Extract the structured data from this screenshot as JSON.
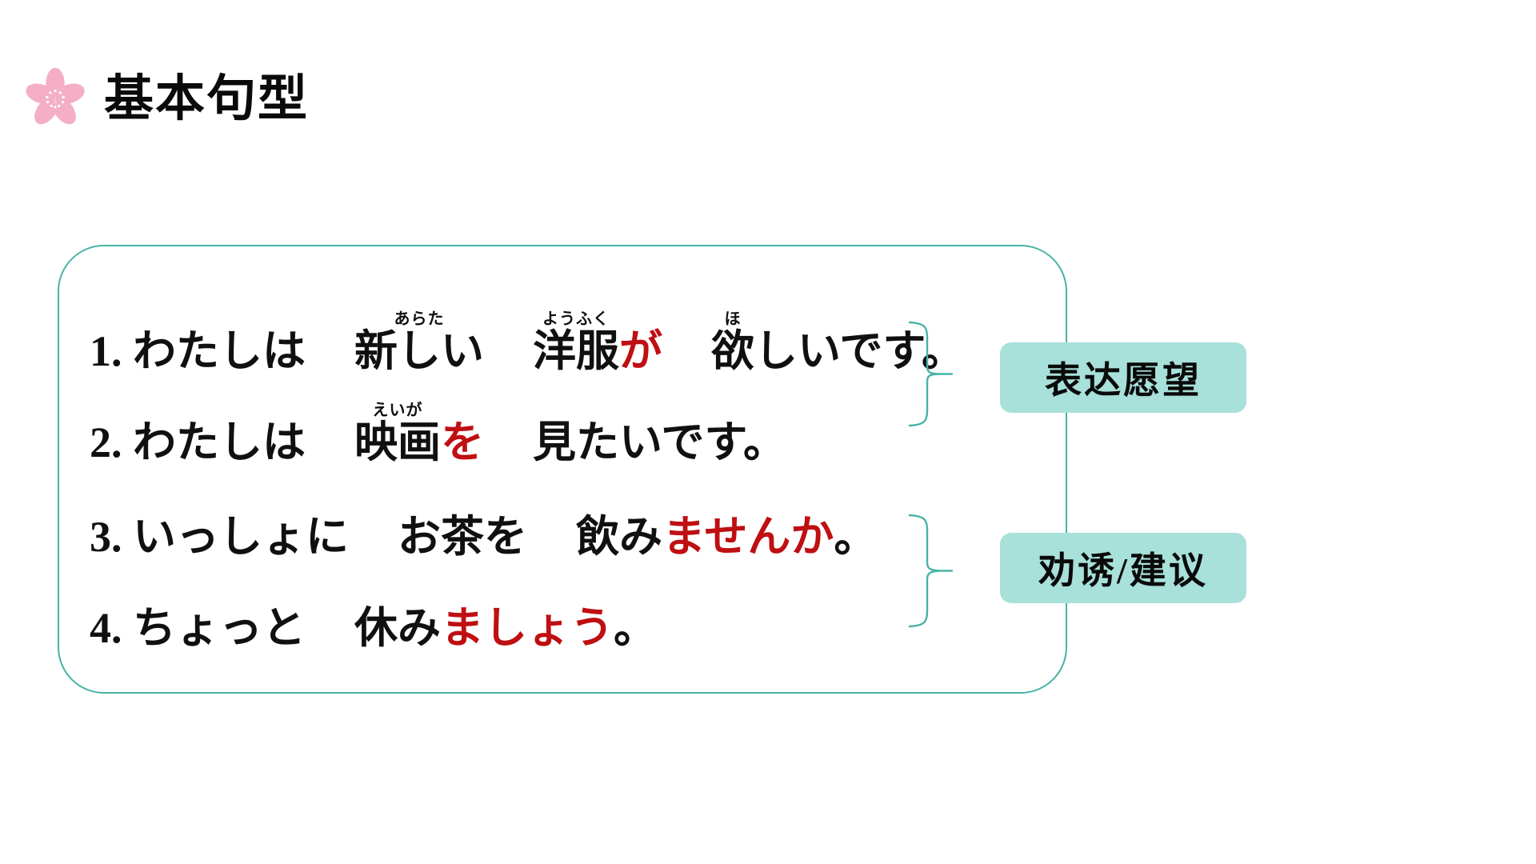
{
  "header": {
    "icon": "sakura-flower-icon",
    "title": "基本句型",
    "icon_color": "#f4afc6"
  },
  "theme": {
    "accent_teal_border": "#46b3a5",
    "tag_background": "#a8e0da",
    "highlight_red": "#bf0f12",
    "text_black": "#101010",
    "page_background": "#ffffff"
  },
  "panel": {
    "sentences": [
      {
        "number": "1.",
        "segments": [
          {
            "text": "わたしは",
            "red": false,
            "ruby": ""
          },
          {
            "gap": true
          },
          {
            "text": "新しい",
            "red": false,
            "ruby": "あらた"
          },
          {
            "gap": true
          },
          {
            "text": "洋服",
            "red": false,
            "ruby": "ようふく"
          },
          {
            "text": "が",
            "red": true,
            "ruby": ""
          },
          {
            "gap": true
          },
          {
            "text": "欲",
            "red": false,
            "ruby": "ほ"
          },
          {
            "text": "しいです。",
            "red": false,
            "ruby": ""
          }
        ],
        "plain": "1.わたしは　新しい　洋服が　欲しいです。"
      },
      {
        "number": "2.",
        "segments": [
          {
            "text": "わたしは",
            "red": false,
            "ruby": ""
          },
          {
            "gap": true
          },
          {
            "text": "映画",
            "red": false,
            "ruby": "えいが"
          },
          {
            "text": "を",
            "red": true,
            "ruby": ""
          },
          {
            "gap": true
          },
          {
            "text": "見たいです。",
            "red": false,
            "ruby": ""
          }
        ],
        "plain": "2.わたしは　映画を　見たいです。"
      },
      {
        "number": "3.",
        "segments": [
          {
            "text": "いっしょに",
            "red": false,
            "ruby": ""
          },
          {
            "gap": true
          },
          {
            "text": "お茶を",
            "red": false,
            "ruby": ""
          },
          {
            "gap": true
          },
          {
            "text": "飲み",
            "red": false,
            "ruby": ""
          },
          {
            "text": "ませんか",
            "red": true,
            "ruby": ""
          },
          {
            "text": "。",
            "red": false,
            "ruby": ""
          }
        ],
        "plain": "3.いっしょに　お茶を　飲みませんか。"
      },
      {
        "number": "4.",
        "segments": [
          {
            "text": "ちょっと",
            "red": false,
            "ruby": ""
          },
          {
            "gap": true
          },
          {
            "text": "休み",
            "red": false,
            "ruby": ""
          },
          {
            "text": "ましょう",
            "red": true,
            "ruby": ""
          },
          {
            "text": "。",
            "red": false,
            "ruby": ""
          }
        ],
        "plain": "4.ちょっと　休みましょう。"
      }
    ]
  },
  "annotations": [
    {
      "label": "表达愿望",
      "covers": "sentences 1-2"
    },
    {
      "label": "劝诱/建议",
      "covers": "sentences 3-4"
    }
  ]
}
